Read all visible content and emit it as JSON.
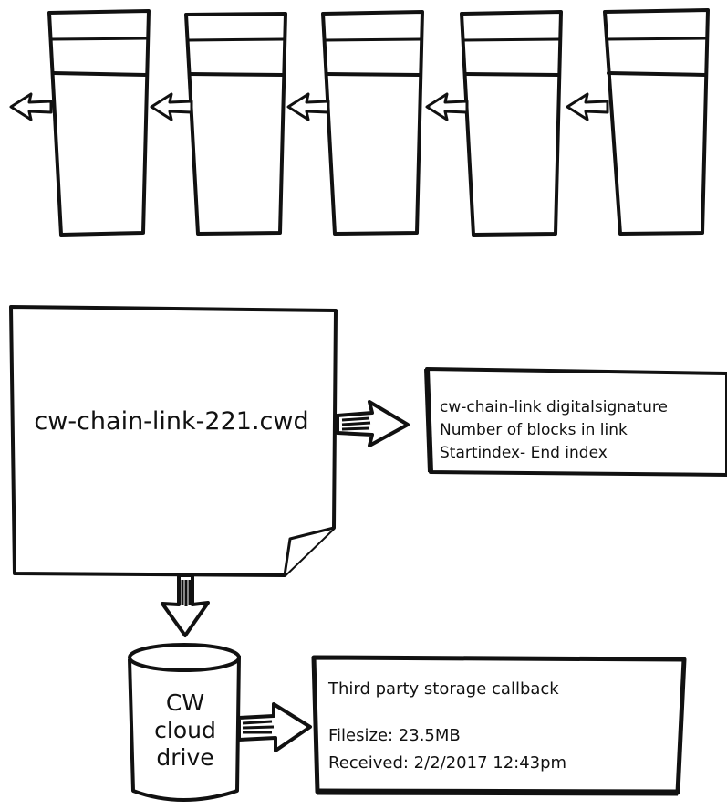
{
  "colors": {
    "ink": "#111111",
    "paper": "#ffffff"
  },
  "chain": {
    "block_count": 5,
    "arrow_direction": "left"
  },
  "document": {
    "filename": "cw-chain-link-221.cwd"
  },
  "metadata_box": {
    "lines": [
      "cw-chain-link digitalsignature",
      "Number of blocks in link",
      "Startindex- End index"
    ]
  },
  "storage": {
    "lines": [
      "CW",
      "cloud",
      "drive"
    ]
  },
  "callback_box": {
    "title": "Third party storage callback",
    "filesize": "Filesize: 23.5MB",
    "received": "Received: 2/2/2017 12:43pm"
  }
}
